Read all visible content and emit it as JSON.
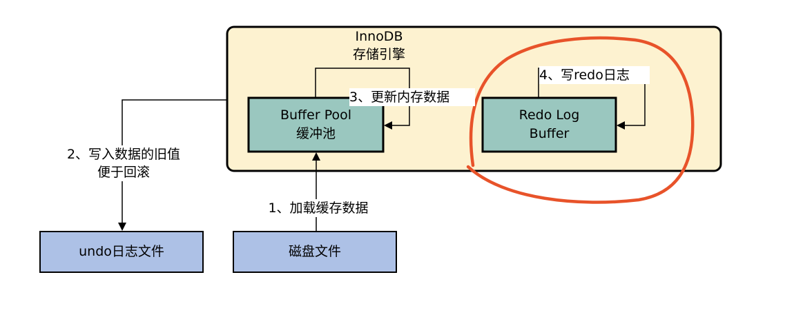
{
  "engine": {
    "title_line1": "InnoDB",
    "title_line2": "存储引擎"
  },
  "nodes": {
    "buffer_pool": {
      "line1": "Buffer Pool",
      "line2": "缓冲池"
    },
    "redo_log_buffer": {
      "line1": "Redo Log",
      "line2": "Buffer"
    },
    "undo_file": {
      "label": "undo日志文件"
    },
    "disk_file": {
      "label": "磁盘文件"
    }
  },
  "steps": {
    "step1": "1、加载缓存数据",
    "step2_line1": "2、写入数据的旧值",
    "step2_line2": "便于回滚",
    "step3": "3、更新内存数据",
    "step4": "4、写redo日志"
  },
  "colors": {
    "engine_fill": "#fdf2d0",
    "node_fill_teal": "#9ac7bf",
    "node_fill_blue": "#adc1e6",
    "annotation_red": "#e8532a"
  }
}
